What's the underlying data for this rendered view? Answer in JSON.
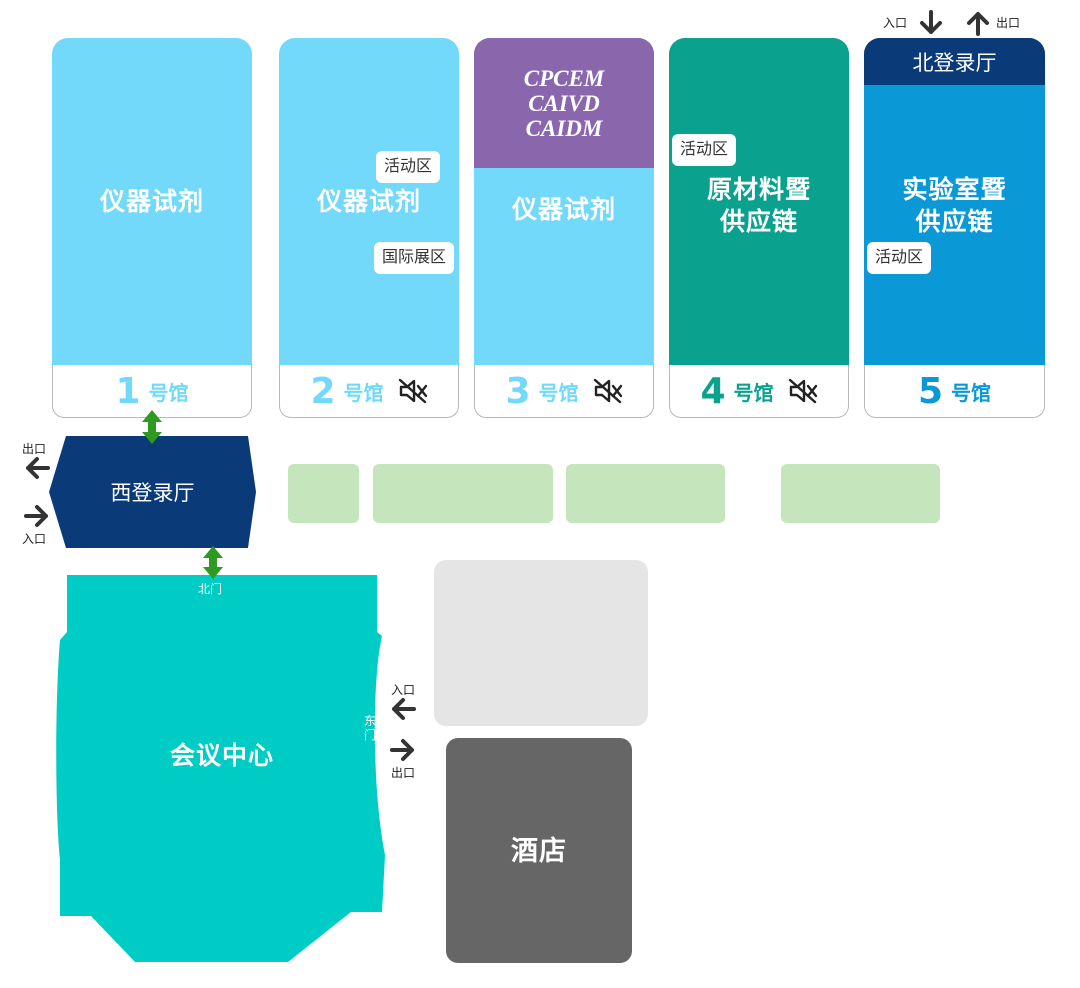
{
  "colors": {
    "light_blue": "#73d9fa",
    "purple": "#8a66ad",
    "teal_dark": "#0aa28f",
    "blue_mid": "#0a98d6",
    "navy": "#0b3a79",
    "conference_teal": "#00ccc6",
    "hotel_gray": "#666666",
    "light_gray": "#e5e5e5",
    "light_green": "#c5e5bd",
    "arrow_green": "#2e9a1f",
    "arrow_dark": "#333333"
  },
  "halls": [
    {
      "id": 1,
      "name": "仪器试剂",
      "number": "1",
      "suffix": "号馆",
      "color": "#73d9fa",
      "num_color": "#73d9fa",
      "muted": false
    },
    {
      "id": 2,
      "name": "仪器试剂",
      "number": "2",
      "suffix": "号馆",
      "color": "#73d9fa",
      "num_color": "#73d9fa",
      "muted": true
    },
    {
      "id": 3,
      "name": "仪器试剂",
      "number": "3",
      "suffix": "号馆",
      "color": "#73d9fa",
      "num_color": "#73d9fa",
      "muted": true
    },
    {
      "id": 4,
      "name": "原材料暨\n供应链",
      "number": "4",
      "suffix": "号馆",
      "color": "#0aa28f",
      "num_color": "#0aa28f",
      "muted": true
    },
    {
      "id": 5,
      "name": "实验室暨\n供应链",
      "number": "5",
      "suffix": "号馆",
      "color": "#0a98d6",
      "num_color": "#0a98d6",
      "muted": false
    }
  ],
  "tags": {
    "hall2_activity": "活动区",
    "hall2_international": "国际展区",
    "hall4_activity": "活动区",
    "hall5_activity": "活动区"
  },
  "brands": [
    "CPCEM",
    "CAIVD",
    "CAIDM"
  ],
  "north_hall": "北登录厅",
  "west_hall": "西登录厅",
  "conference": "会议中心",
  "hotel": "酒店",
  "labels": {
    "entrance": "入口",
    "exit": "出口",
    "north_gate": "北门",
    "east_gate": "东门"
  }
}
